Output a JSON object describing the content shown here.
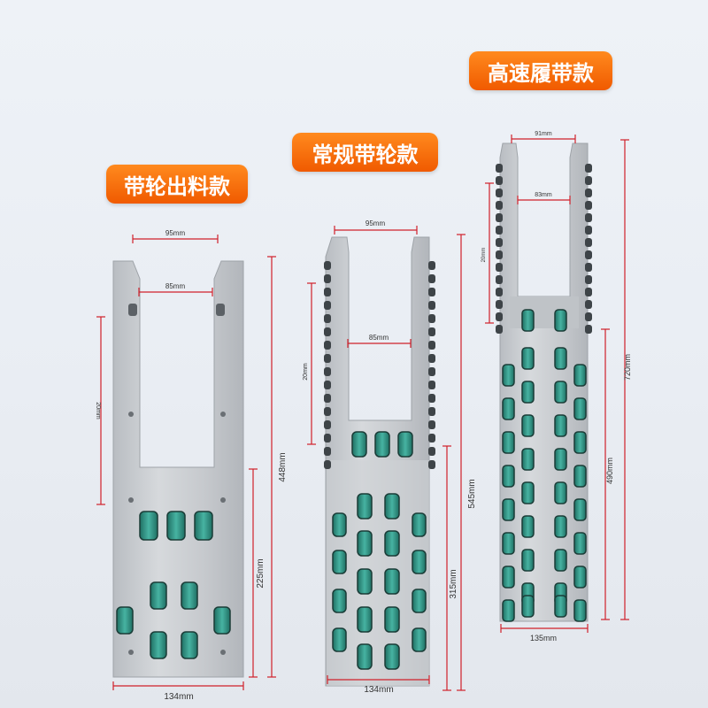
{
  "products": [
    {
      "title": "带轮出料款",
      "top_width": "95mm",
      "inner_width": "85mm",
      "slot_height": "20mm",
      "total_height": "448mm",
      "lower_height": "225mm",
      "bottom_width": "134mm"
    },
    {
      "title": "常规带轮款",
      "top_width": "95mm",
      "inner_width": "85mm",
      "slot_height": "20mm",
      "total_height": "545mm",
      "lower_height": "315mm",
      "bottom_width": "134mm"
    },
    {
      "title": "高速履带款",
      "top_width": "91mm",
      "inner_width": "83mm",
      "slot_height": "20mm",
      "total_height": "720mm",
      "lower_height": "490mm",
      "bottom_width": "135mm"
    }
  ],
  "colors": {
    "badge": "#f26a0a",
    "plate": "#c9ccd0",
    "wheel": "#2f9a8a",
    "dimension_line": "#d0202a"
  }
}
